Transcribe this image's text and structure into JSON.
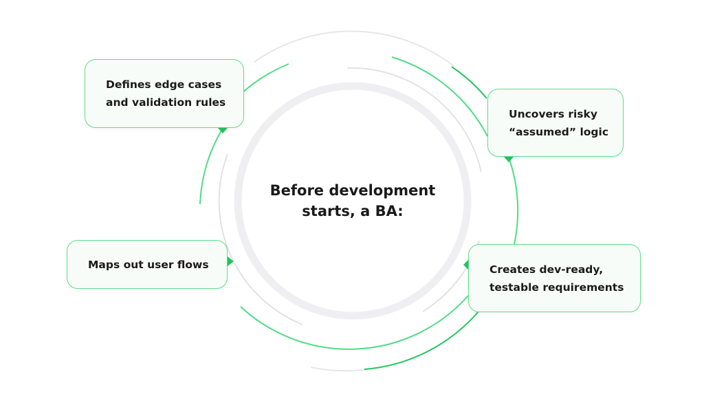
{
  "center_title": {
    "line1": "Before development",
    "line2": "starts, a BA:"
  },
  "items": [
    {
      "line1": "Defines edge cases",
      "line2": "and validation rules"
    },
    {
      "line1": "Uncovers risky",
      "line2": "“assumed” logic"
    },
    {
      "line1": "Maps out user flows"
    },
    {
      "line1": "Creates dev-ready,",
      "line2": "testable requirements"
    }
  ],
  "colors": {
    "accent": "#3ddc7a",
    "accent_dark": "#1fc45f",
    "ring": "#efeff2",
    "arc_gray": "#e4e4e8"
  }
}
